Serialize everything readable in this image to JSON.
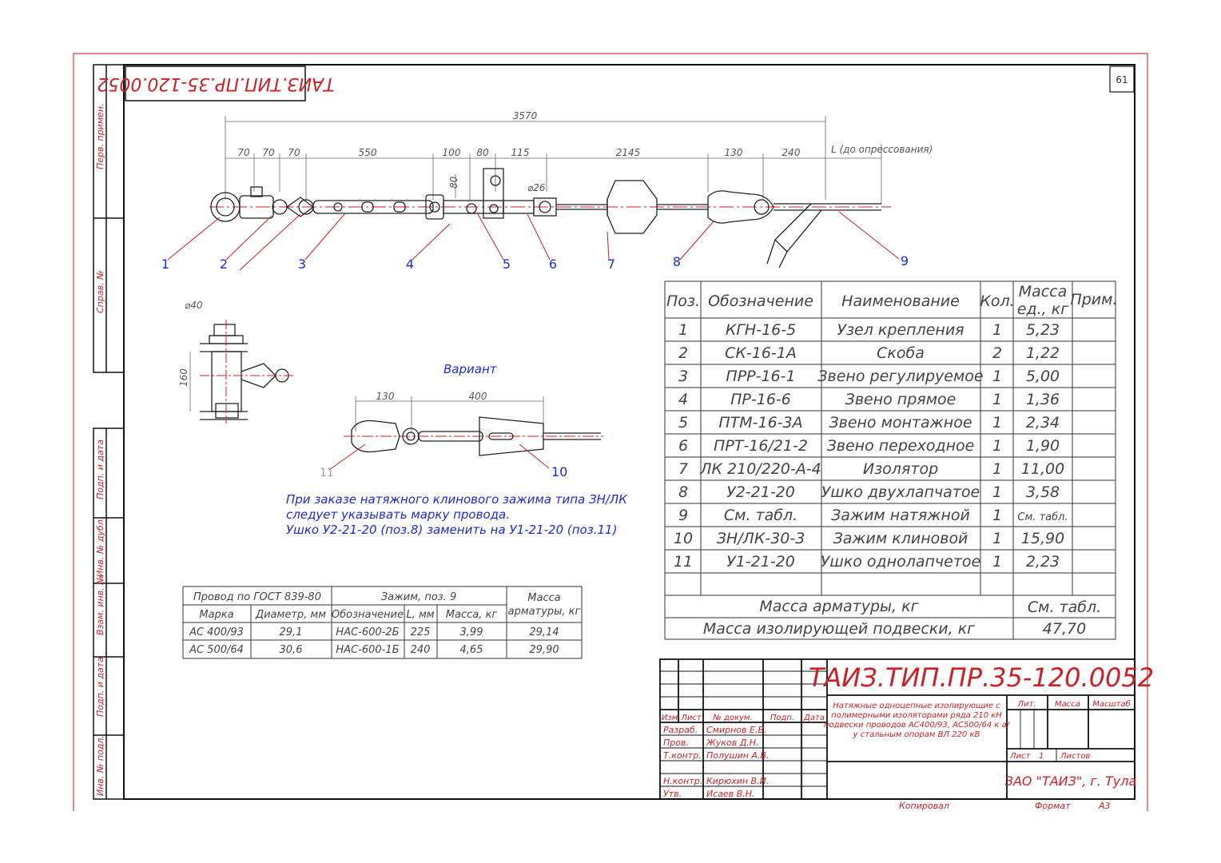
{
  "sheet": {
    "number": "61",
    "rotated_code": "ТАИЗ.ТИП.ПР.35-120.0052",
    "left_strip": [
      "Перв. примен.",
      "Справ. №",
      "Подп. и дата",
      "Инв. № дубл.",
      "Взам. инв. №",
      "Подп. и дата",
      "Инв. № подл."
    ],
    "copied": "Копировал",
    "format_label": "Формат",
    "format_value": "А3"
  },
  "drawing": {
    "dims_top": [
      "3570",
      "L (до опрессования)"
    ],
    "dims_row": [
      "70",
      "70",
      "70",
      "550",
      "100",
      "80",
      "115",
      "2145",
      "130",
      "240"
    ],
    "dim_80_v": "80",
    "dim_d26": "⌀26",
    "positions": [
      "1",
      "2",
      "3",
      "4",
      "5",
      "6",
      "7",
      "8",
      "9"
    ],
    "side_dims": {
      "d40": "⌀40",
      "h160": "160"
    },
    "variant": {
      "title": "Вариант",
      "dims": [
        "130",
        "400"
      ],
      "positions": [
        "11",
        "10"
      ]
    },
    "note_lines": [
      "При заказе натяжного клинового зажима типа ЗН/ЛК",
      "следует указывать марку провода.",
      "Ушко У2-21-20 (поз.8) заменить на У1-21-20 (поз.11)"
    ]
  },
  "parts_table": {
    "headers": [
      "Поз.",
      "Обозначение",
      "Наименование",
      "Кол.",
      "Масса ед., кг",
      "Прим."
    ],
    "header_mass_lines": [
      "Масса",
      "ед., кг"
    ],
    "rows": [
      [
        "1",
        "КГН-16-5",
        "Узел крепления",
        "1",
        "5,23"
      ],
      [
        "2",
        "СК-16-1А",
        "Скоба",
        "2",
        "1,22"
      ],
      [
        "3",
        "ПРР-16-1",
        "Звено регулируемое",
        "1",
        "5,00"
      ],
      [
        "4",
        "ПР-16-6",
        "Звено прямое",
        "1",
        "1,36"
      ],
      [
        "5",
        "ПТМ-16-3А",
        "Звено монтажное",
        "1",
        "2,34"
      ],
      [
        "6",
        "ПРТ-16/21-2",
        "Звено переходное",
        "1",
        "1,90"
      ],
      [
        "7",
        "ЛК 210/220-А-4",
        "Изолятор",
        "1",
        "11,00"
      ],
      [
        "8",
        "У2-21-20",
        "Ушко двухлапчатое",
        "1",
        "3,58"
      ],
      [
        "9",
        "См. табл.",
        "Зажим натяжной",
        "1",
        "См. табл."
      ],
      [
        "10",
        "ЗН/ЛК-30-3",
        "Зажим клиновой",
        "1",
        "15,90"
      ],
      [
        "11",
        "У1-21-20",
        "Ушко однолапчетое",
        "1",
        "2,23"
      ]
    ],
    "total_fittings_label": "Масса арматуры, кг",
    "total_fittings_value": "См. табл.",
    "total_suspension_label": "Масса изолирующей подвески, кг",
    "total_suspension_value": "47,70"
  },
  "wire_table": {
    "group1": "Провод по ГОСТ 839-80",
    "group2": "Зажим, поз. 9",
    "group3_lines": [
      "Масса",
      "арматуры, кг"
    ],
    "headers": [
      "Марка",
      "Диаметр, мм",
      "Обозначение",
      "L, мм",
      "Масса, кг"
    ],
    "rows": [
      [
        "АС 400/93",
        "29,1",
        "НАС-600-2Б",
        "225",
        "3,99",
        "29,14"
      ],
      [
        "АС 500/64",
        "30,6",
        "НАС-600-1Б",
        "240",
        "4,65",
        "29,90"
      ]
    ]
  },
  "title_block": {
    "code": "ТАИЗ.ТИП.ПР.35-120.0052",
    "description_lines": [
      "Натяжные одноцепные изолирующие с",
      "полимерными изоляторами ряда 210 кН",
      "подвески проводов АС400/93, АС500/64 к а/",
      "у стальным опорам ВЛ 220 кВ"
    ],
    "col_headers": [
      "Изм",
      "Лист",
      "№ докум.",
      "Подп.",
      "Дата"
    ],
    "roles": [
      {
        "role": "Разраб.",
        "name": "Смирнов Е.В."
      },
      {
        "role": "Пров.",
        "name": "Жуков Д.Н."
      },
      {
        "role": "Т.контр.",
        "name": "Полушин А.В."
      },
      {
        "role": "",
        "name": ""
      },
      {
        "role": "Н.контр.",
        "name": "Кирюхин В.И."
      },
      {
        "role": "Утв.",
        "name": "Исаев В.Н."
      }
    ],
    "lit_label": "Лит.",
    "mass_label": "Масса",
    "scale_label": "Масштаб",
    "sheet_label": "Лист",
    "sheet_value": "1",
    "sheets_label": "Листов",
    "org": "ЗАО \"ТАИЗ\", г. Тула"
  }
}
